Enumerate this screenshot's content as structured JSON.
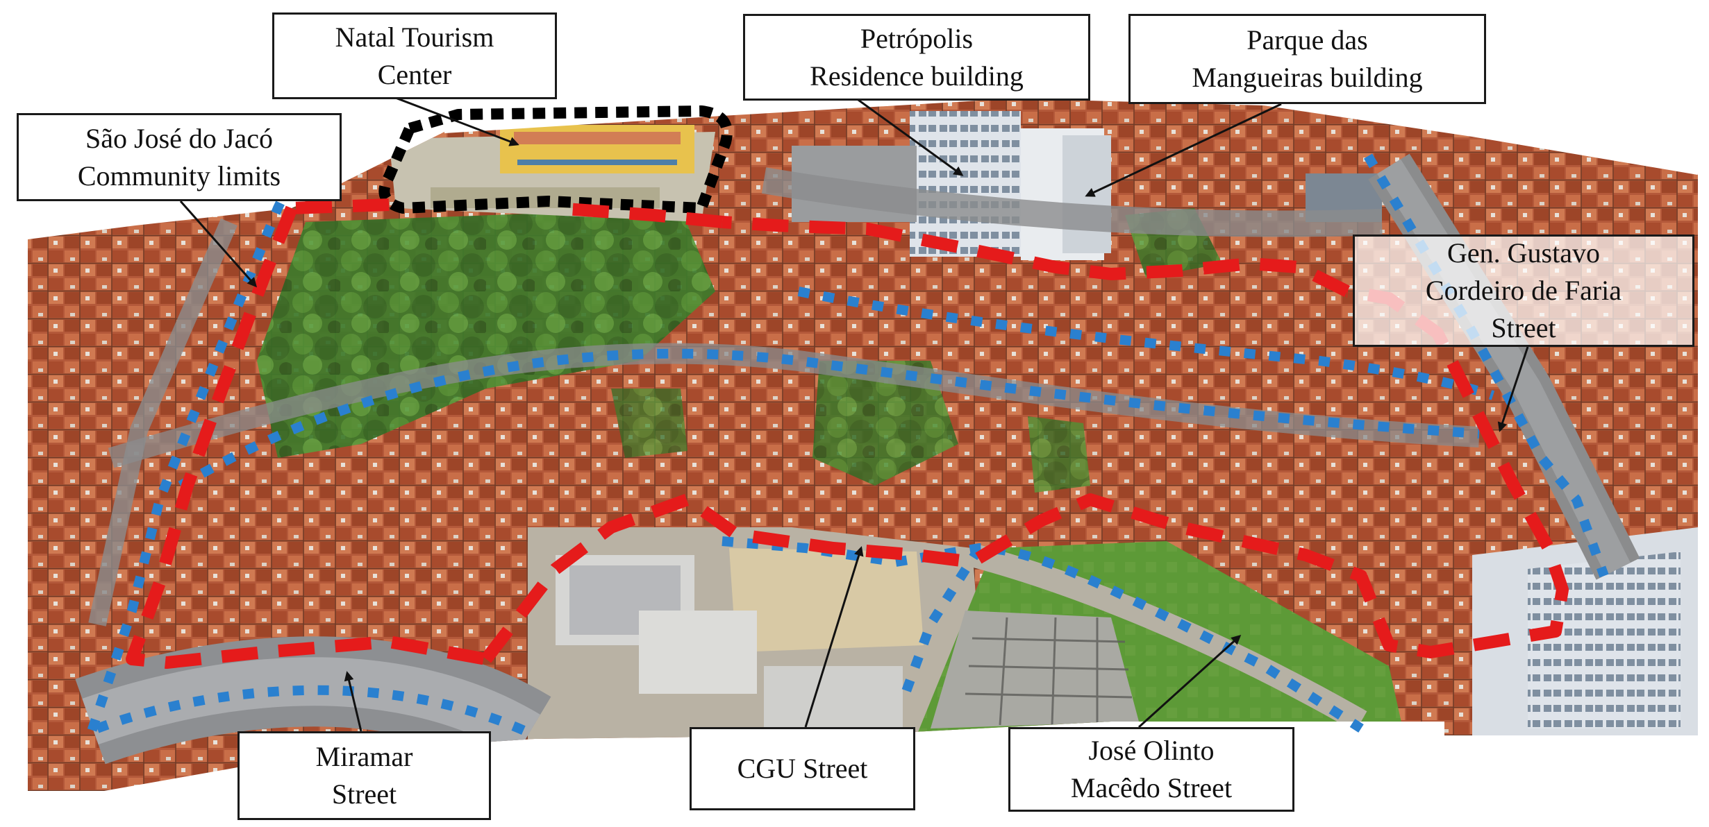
{
  "figure": {
    "labels": {
      "natal_tourism": {
        "line1": "Natal Tourism",
        "line2": "Center"
      },
      "petropolis": {
        "line1": "Petrópolis",
        "line2": "Residence building"
      },
      "parque": {
        "line1": "Parque das",
        "line2": "Mangueiras building"
      },
      "sao_jose": {
        "line1": "São José do Jacó",
        "line2": "Community limits"
      },
      "gen_gustavo": {
        "line1": "Gen. Gustavo",
        "line2": "Cordeiro de Faria",
        "line3": "Street"
      },
      "miramar": {
        "line1": "Miramar",
        "line2": "Street"
      },
      "cgu": {
        "line1": "CGU Street"
      },
      "jose_olinto": {
        "line1": "José Olinto",
        "line2": "Macêdo Street"
      }
    },
    "colors": {
      "community_limit": "#e51b1b",
      "street_path": "#2a80cf",
      "tourism_center_outline": "#000000",
      "label_border": "#1a1a1a",
      "roof": "#b85a38",
      "vegetation": "#3f7f2c",
      "road": "#8d8f92"
    },
    "icons": [
      "callout-arrow"
    ]
  }
}
